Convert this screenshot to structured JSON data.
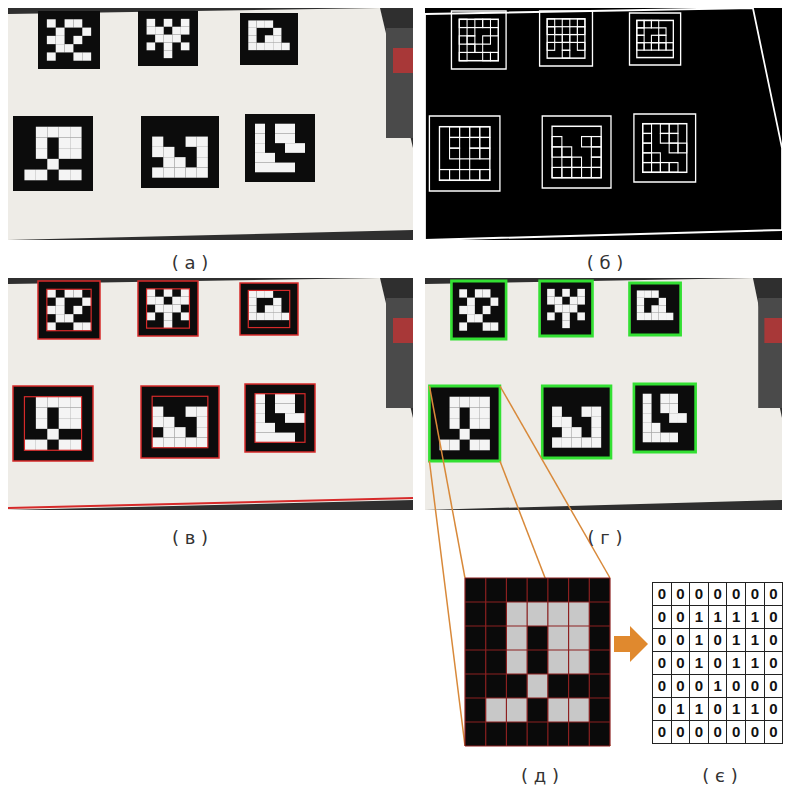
{
  "diagram": {
    "labels": [
      "( а )",
      "( б )",
      "( в )",
      "( г )",
      "0",
      "0",
      "0",
      "0",
      "0",
      "0",
      "0",
      "0",
      "0",
      "1",
      "1",
      "1",
      "1",
      "0",
      "0",
      "0",
      "1",
      "0",
      "1",
      "1",
      "0",
      "0",
      "0",
      "1",
      "0",
      "1",
      "1",
      "0",
      "0",
      "0",
      "0",
      "1",
      "0",
      "0",
      "0",
      "0",
      "1",
      "1",
      "0",
      "1",
      "1",
      "0",
      "0",
      "0",
      "0",
      "0",
      "0",
      "0",
      "0",
      "( д )",
      "( є )"
    ]
  }
}
